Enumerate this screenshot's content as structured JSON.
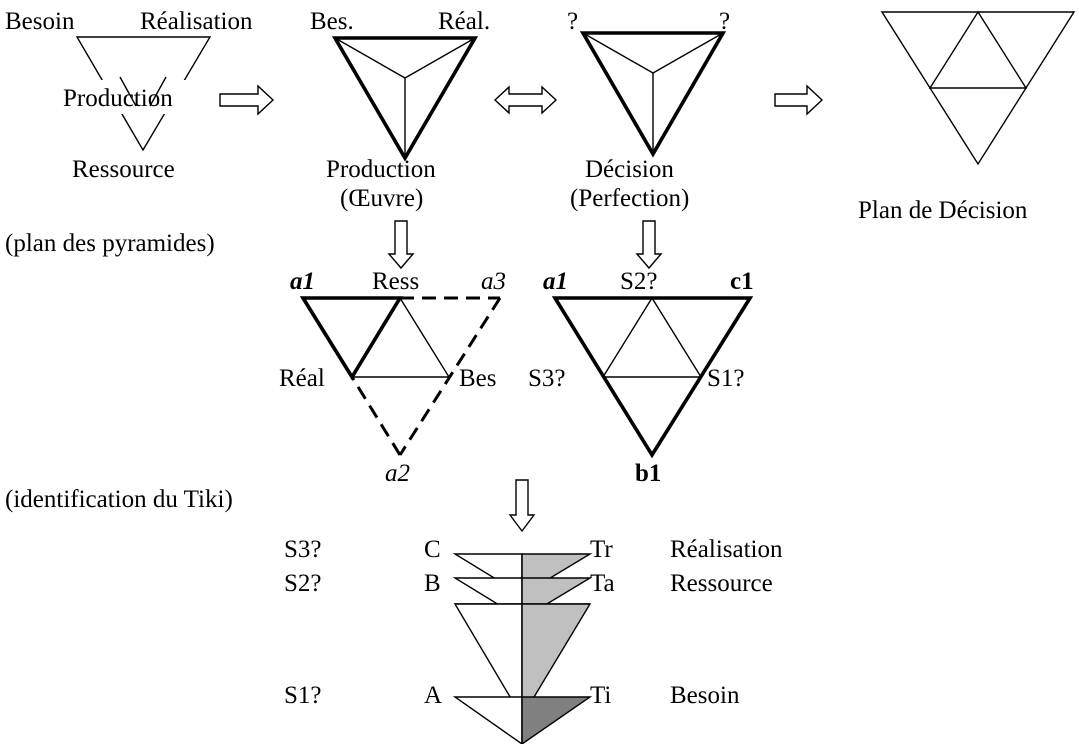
{
  "colors": {
    "stroke": "#000000",
    "fill": "#ffffff",
    "shade": "#c0c0c0"
  },
  "row1": {
    "d1": {
      "top_left": "Besoin",
      "top_right": "Réalisation",
      "center": "Production",
      "bottom": "Ressource"
    },
    "d2": {
      "top_left": "Bes.",
      "top_right": "Réal.",
      "caption": "Production",
      "caption2": "(Œuvre)"
    },
    "d3": {
      "top_left": "?",
      "top_right": "?",
      "caption": "Décision",
      "caption2": "(Perfection)"
    },
    "d4": {
      "caption": "Plan de Décision"
    }
  },
  "section_pyramides": "(plan des pyramides)",
  "pyramides_left": {
    "a1": "a1",
    "top": "Ress",
    "a3": "a3",
    "left": "Réal",
    "right": "Bes",
    "a2": "a2"
  },
  "pyramides_right": {
    "a1": "a1",
    "top": "S2?",
    "c1": "c1",
    "left": "S3?",
    "right": "S1?",
    "b1": "b1"
  },
  "section_tiki": "(identification du Tiki)",
  "tiki": {
    "rows": [
      {
        "s": "S3?",
        "left": "C",
        "right": "Tr",
        "name": "Réalisation"
      },
      {
        "s": "S2?",
        "left": "B",
        "right": "Ta",
        "name": "Ressource"
      },
      {
        "s": "S1?",
        "left": "A",
        "right": "Ti",
        "name": "Besoin"
      }
    ]
  },
  "icons": [
    "arrow-right-icon",
    "arrow-double-icon",
    "arrow-down-icon"
  ]
}
